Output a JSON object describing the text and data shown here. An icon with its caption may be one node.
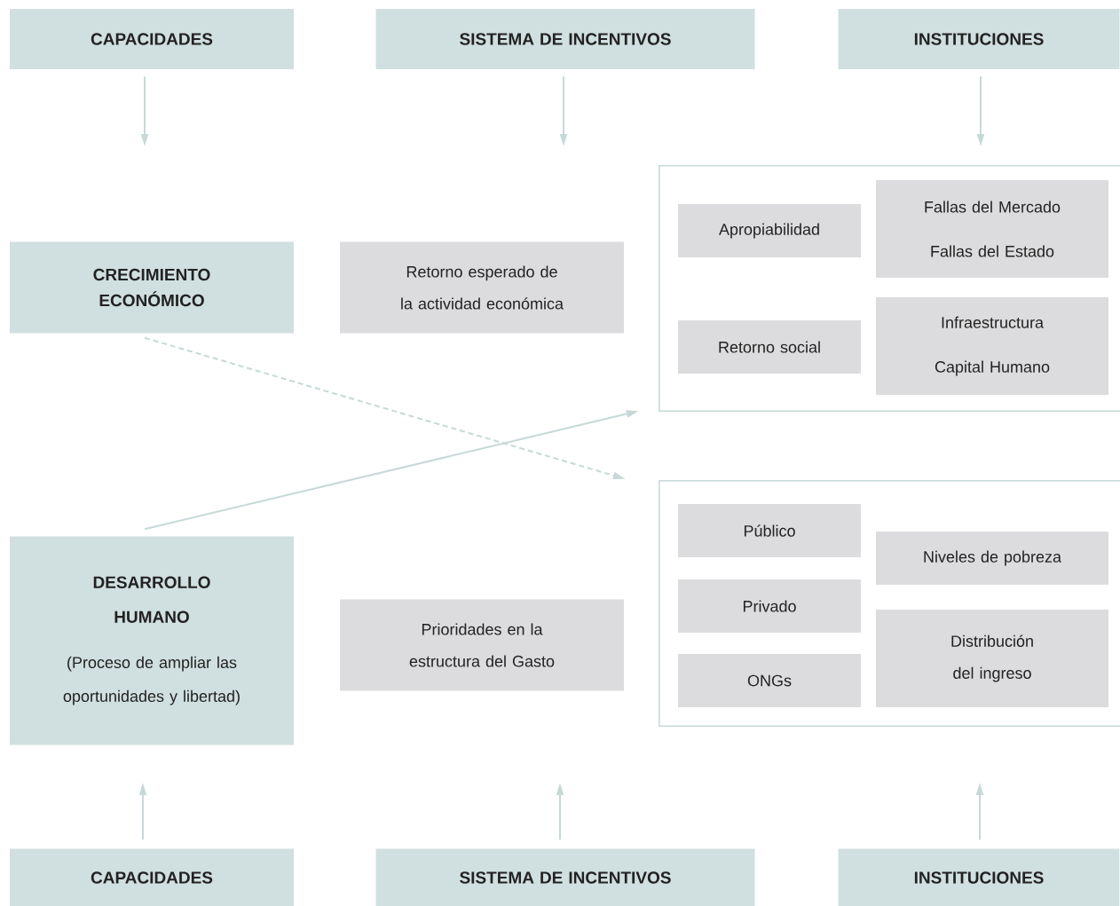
{
  "diagram": {
    "nodes": [
      {
        "text": [
          "CAPACIDADES"
        ]
      },
      {
        "text": [
          "SISTEMA DE INCENTIVOS"
        ]
      },
      {
        "text": [
          "INSTITUCIONES"
        ]
      },
      {
        "text": [
          "CRECIMIENTO ECONÓMICO"
        ]
      },
      {
        "text": [
          "Retorno esperado de la actividad económica"
        ]
      },
      {
        "text": [],
        "shape": "box"
      },
      {
        "text": [
          "Apropiabilidad"
        ],
        "in": 5
      },
      {
        "text": [
          "Fallas del Mercado",
          "Fallas del Estado"
        ],
        "in": 5
      },
      {
        "text": [
          "Retorno social"
        ],
        "in": 5
      },
      {
        "text": [
          "Infraestructura",
          "Capital Humano"
        ],
        "in": 5
      },
      {
        "text": [],
        "shape": "box"
      },
      {
        "text": [
          "Público"
        ],
        "in": 10
      },
      {
        "text": [
          "Privado"
        ],
        "in": 10
      },
      {
        "text": [
          "ONGs"
        ],
        "in": 10
      },
      {
        "text": [
          "Niveles de pobreza"
        ],
        "in": 10
      },
      {
        "text": [
          "Distribución del ingreso"
        ],
        "in": 10
      },
      {
        "text": [
          "DESARROLLO HUMANO",
          "(Proceso de ampliar las oportunidades y libertad)"
        ]
      },
      {
        "text": [
          "Prioridades en la estructura del Gasto"
        ]
      },
      {
        "text": [
          "CAPACIDADES"
        ]
      },
      {
        "text": [
          "SISTEMA DE INCENTIVOS"
        ]
      },
      {
        "text": [
          "INSTITUCIONES"
        ]
      }
    ],
    "edges": [
      {
        "from": 0,
        "to": null,
        "arrow": "to"
      },
      {
        "from": 1,
        "to": null,
        "arrow": "to"
      },
      {
        "from": 2,
        "to": null,
        "arrow": "to"
      },
      {
        "from": 3,
        "to": 10,
        "arrow": "to",
        "style": "dashed"
      },
      {
        "from": 16,
        "to": 5,
        "arrow": "to"
      },
      {
        "from": 18,
        "to": null,
        "arrow": "to"
      },
      {
        "from": 19,
        "to": null,
        "arrow": "to"
      },
      {
        "from": 20,
        "to": null,
        "arrow": "to"
      }
    ]
  }
}
